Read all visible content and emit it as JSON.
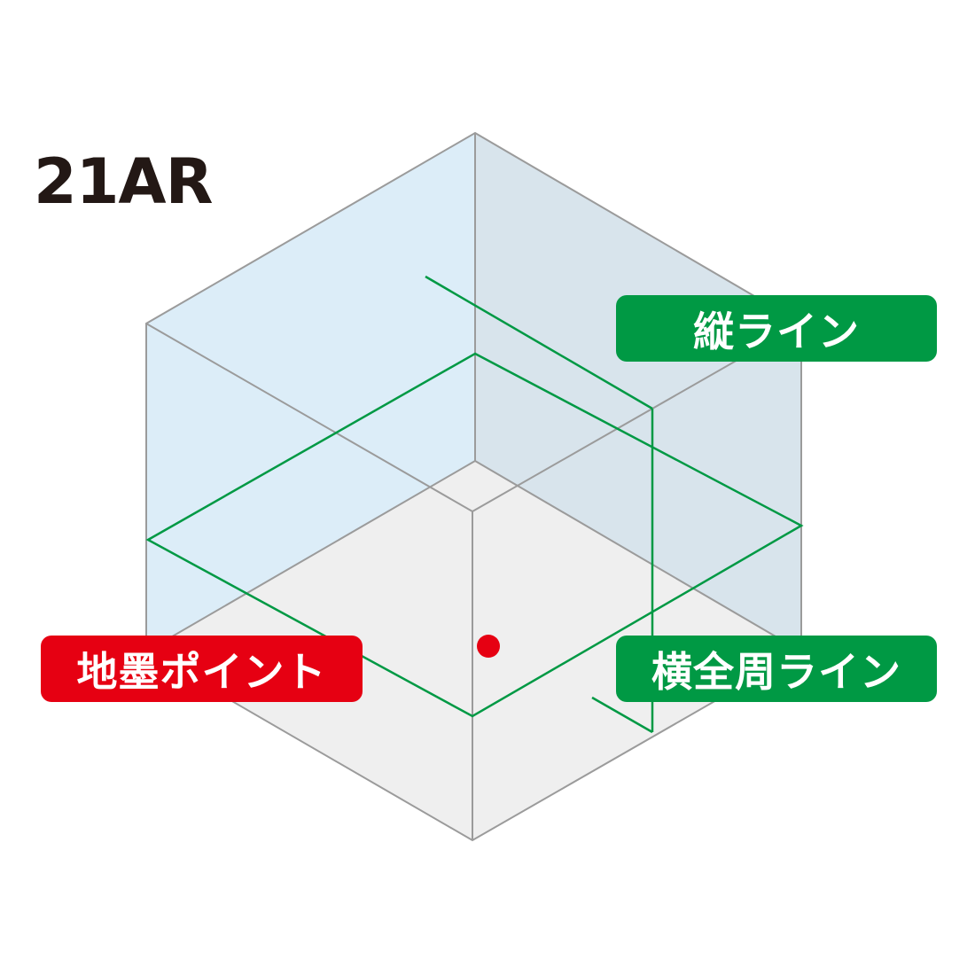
{
  "title": "21AR",
  "labels": {
    "vertical_line": "縦ライン",
    "horizontal_line": "横全周ライン",
    "ground_point": "地墨ポイント"
  },
  "colors": {
    "title_text": "#231815",
    "laser_green": "#009944",
    "laser_red": "#e60012",
    "badge_green": "#009944",
    "badge_red": "#e60012",
    "back_left_wall": "#dcedf8",
    "back_right_wall": "#d8e4ec",
    "floor": "#efefef",
    "edge": "#9b9b9b"
  }
}
